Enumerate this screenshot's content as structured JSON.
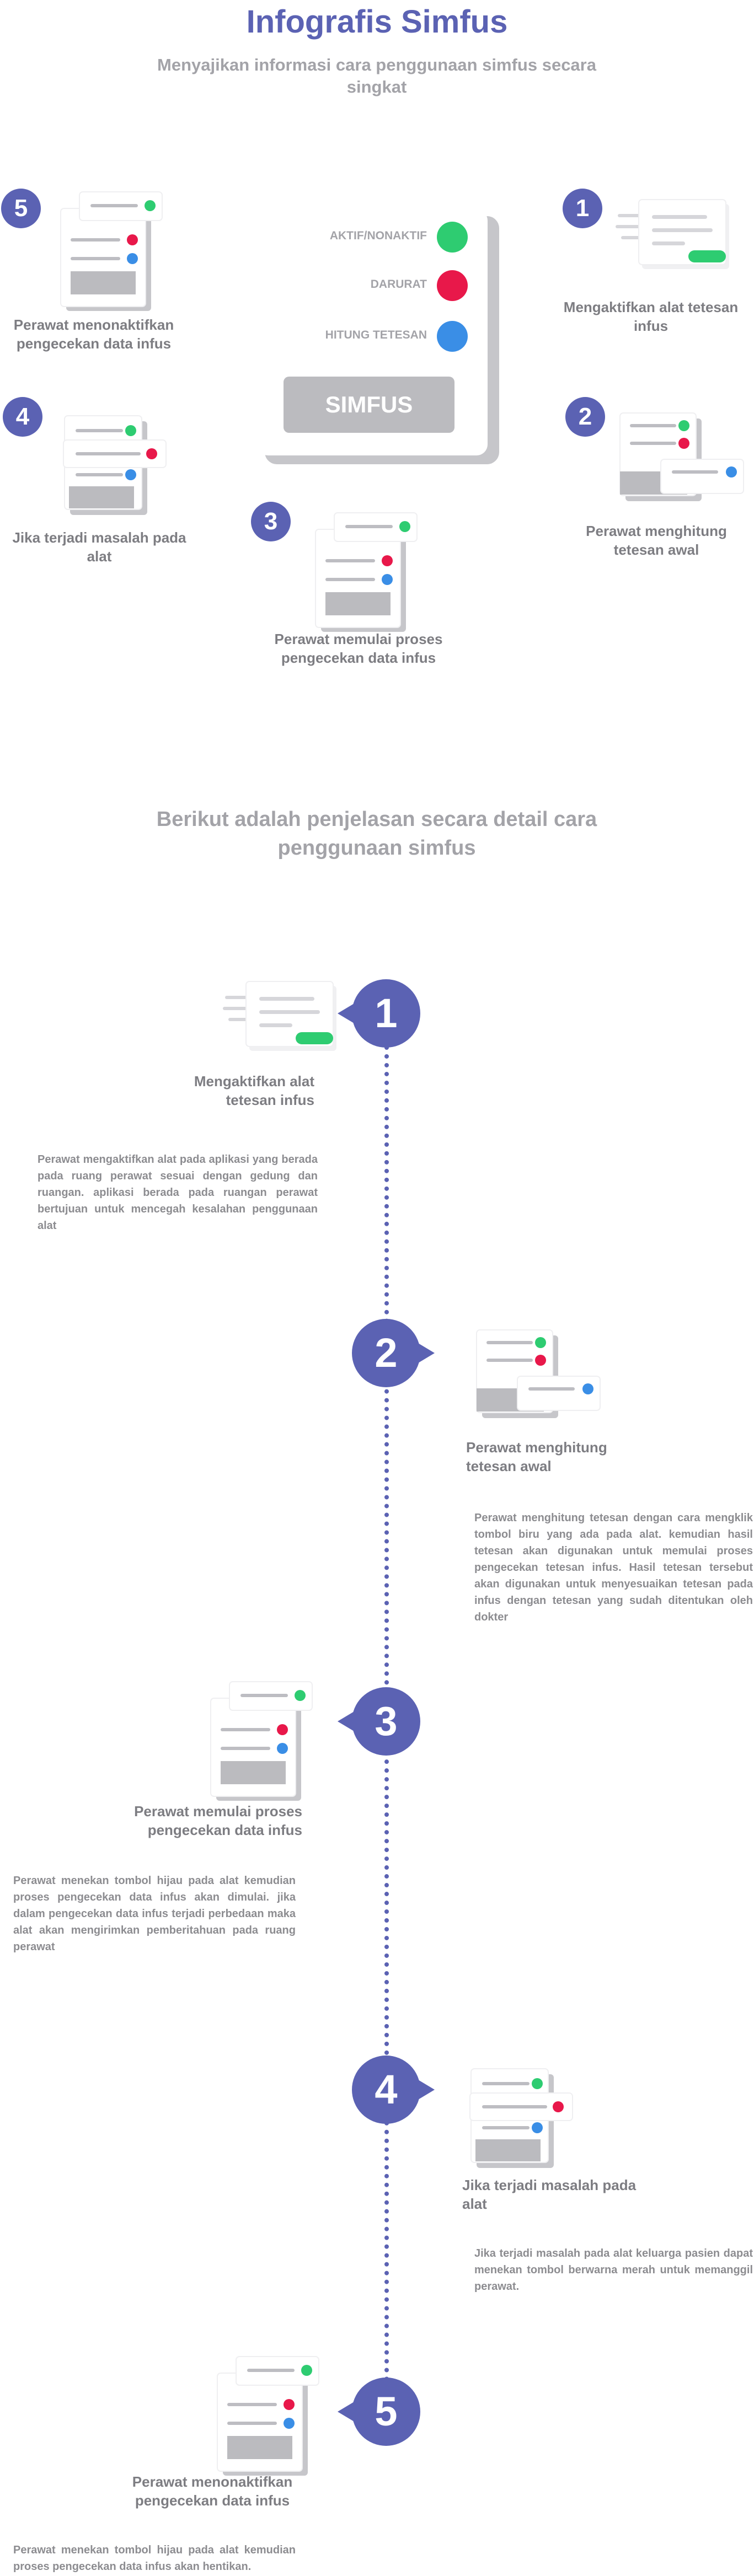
{
  "header": {
    "title": "Infografis Simfus",
    "subtitle": "Menyajikan informasi cara penggunaan simfus secara singkat"
  },
  "device": {
    "buttons": [
      {
        "label": "AKTIF/NONAKTIF",
        "color": "#2ecc71"
      },
      {
        "label": "DARURAT",
        "color": "#e8184a"
      },
      {
        "label": "HITUNG TETESAN",
        "color": "#3a8ee6"
      }
    ],
    "name": "SIMFUS"
  },
  "overview": {
    "steps": [
      {
        "number": "1",
        "label": "Mengaktifkan alat tetesan infus"
      },
      {
        "number": "2",
        "label": "Perawat  menghitung tetesan awal"
      },
      {
        "number": "3",
        "label": "Perawat memulai proses pengecekan data infus"
      },
      {
        "number": "4",
        "label": "Jika terjadi masalah pada alat"
      },
      {
        "number": "5",
        "label": "Perawat menonaktifkan pengecekan data infus"
      }
    ]
  },
  "detail": {
    "heading": "Berikut adalah penjelasan secara detail cara penggunaan simfus",
    "steps": [
      {
        "number": "1",
        "title": "Mengaktifkan alat tetesan infus",
        "text": "Perawat mengaktifkan alat pada aplikasi yang berada pada ruang perawat sesuai dengan gedung dan ruangan. aplikasi berada pada ruangan perawat bertujuan untuk mencegah kesalahan penggunaan alat"
      },
      {
        "number": "2",
        "title": "Perawat  menghitung tetesan awal",
        "text": "Perawat menghitung tetesan dengan cara mengklik tombol biru yang ada pada alat. kemudian hasil tetesan akan digunakan untuk memulai proses pengecekan tetesan infus. Hasil tetesan tersebut akan digunakan untuk menyesuaikan tetesan pada infus dengan tetesan yang sudah ditentukan oleh dokter"
      },
      {
        "number": "3",
        "title": "Perawat memulai proses pengecekan data infus",
        "text": "Perawat menekan tombol hijau pada alat kemudian proses pengecekan data infus akan dimulai. jika dalam pengecekan data infus terjadi perbedaan maka alat akan mengirimkan pemberitahuan pada ruang perawat"
      },
      {
        "number": "4",
        "title": "Jika terjadi masalah pada alat",
        "text": "Jika terjadi masalah pada alat keluarga pasien dapat menekan tombol berwarna merah untuk memanggil perawat."
      },
      {
        "number": "5",
        "title": "Perawat menonaktifkan pengecekan data infus",
        "text": "Perawat menekan tombol hijau pada alat kemudian proses pengecekan data infus akan hentikan."
      }
    ]
  },
  "colors": {
    "accent": "#5b62b3",
    "green": "#2ecc71",
    "red": "#e8184a",
    "blue": "#3a8ee6",
    "gray_text": "#8c8c90"
  }
}
